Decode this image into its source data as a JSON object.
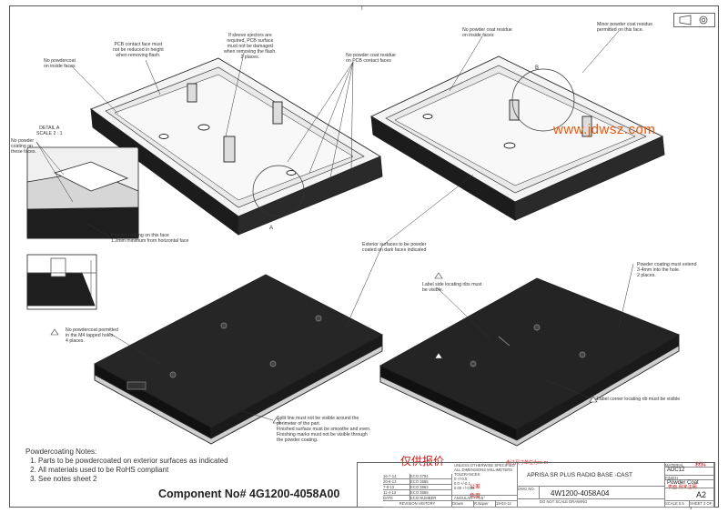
{
  "top_letter": "T",
  "watermark": "www.jdwsz.com",
  "notes": {
    "no_powdercoat_inside_1": "No powdercoat\non inside faces",
    "pcb_contact_face": "PCB contact face must\nnot be reduced in height\nwhen removing flash.",
    "sleeve_ejectors": "If sleeve ejectors are\nrequired, PCB surface\nmust not be damaged\nwhen removing the flash.\n2 places.",
    "no_powder_residue_pcb": "No powder coat residue\non PCB contact faces",
    "no_powder_residue_inside": "No powder coat residue\non inside faces",
    "minor_residue": "Minor powder coat residue\npermitted on this face.",
    "detail_a": "DETAIL A\nSCALE 2 : 1",
    "no_powder_coating_faces": "No powder\ncoating on\nthese faces.",
    "powder_coating_face": "Powder coating on this face\n1.2mm minimum from horizontal face",
    "label_a": "A",
    "label_b": "B",
    "exterior_surfaces": "Exterior surfaces to be powder\ncoated on dark faces indicated",
    "label_side_ribs": "Label side locating ribs must\nbe visible.",
    "powder_extend": "Powder coating must extend\n3-4mm into the hole.\n2 places.",
    "no_powdercoat_m4": "No powdercoat permitted\nin the M4 tapped holes.\n4 places.",
    "label_corner_rib": "Label corner locating rib must be visible",
    "split_line": "Split line must not be visible around the\nperimeter of the part.\nFinished surface must be smoothe and even.\nFinishing marks must not be visible through\nthe powder coating."
  },
  "powdercoat_notes": {
    "heading": "Powdercoating Notes:",
    "items": [
      "Parts to be powdercoated on exterior surfaces as indicated",
      "All materials used to be RoHS compliant",
      "See notes sheet 2"
    ]
  },
  "component_label": "Component No# 4G1200-4058A00",
  "red_annotations": {
    "price_only": "仅供报价",
    "unit_note": "未注尺寸单位为m m",
    "tolerance": "公差",
    "angle": "角度",
    "material": "材料",
    "surface": "表面 例未注明"
  },
  "title_block": {
    "revisions": [
      {
        "date": "16-7-14",
        "eco": "ECO 3794"
      },
      {
        "date": "20-8-13",
        "eco": "ECO 3665"
      },
      {
        "date": "7-8-13",
        "eco": "ECO 3663"
      },
      {
        "date": "11-4-13",
        "eco": "ECO 3665"
      }
    ],
    "date_header": "DATE",
    "eco_header": "ECO NUMBER",
    "revision_history": "REVISION HISTORY",
    "unless_otherwise": "UNLESS OTHERWISE SPECIFIED:",
    "dims_mm": "ALL DIMENSIONS MILLIMETERS",
    "tolerances_label": "TOLERANCES:",
    "tol_values": [
      "0    +/-0.5",
      "0.0  +/-0.1",
      "0.00 +/-0.05"
    ],
    "angular": "ANGULAR +/-0.5°",
    "drawn_label": "Drawn",
    "drawn_by": "R.Naper",
    "drawn_date": "19-03-12",
    "scale_do_not": "DO NOT SCALE DRAWING",
    "title": "APRISA SR PLUS RADIO BASE -CAST",
    "dwg_label": "DWG NO.",
    "dwg_no": "4W1200-4058A04",
    "material_label": "MATERIAL",
    "material": "ADC12",
    "finish_label": "FINISH",
    "finish": "Powder Coat",
    "size": "A2",
    "scale": "SCALE 0.5",
    "sheet": "SHEET 3 OF 3"
  }
}
